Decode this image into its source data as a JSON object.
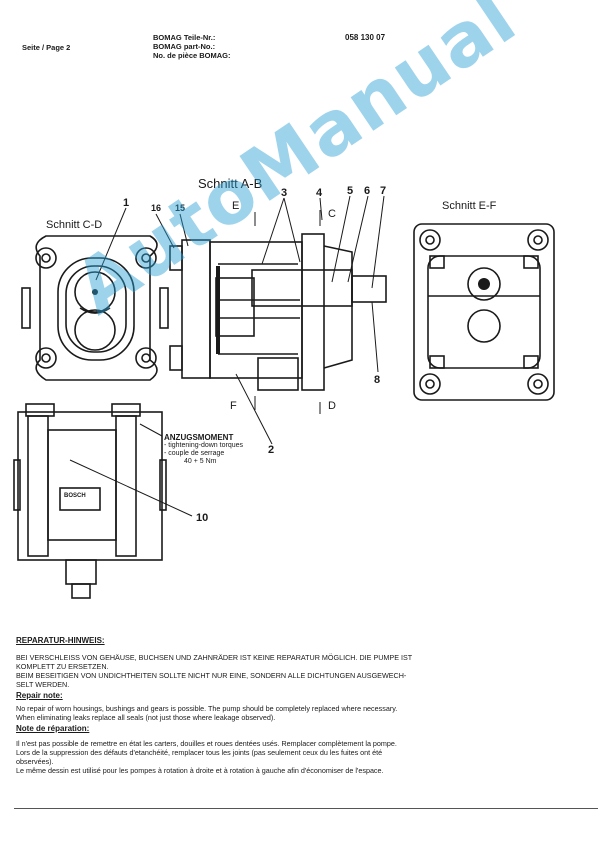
{
  "header": {
    "page_label": "Seite / Page 2",
    "part_labels": [
      "BOMAG Teile-Nr.:",
      "BOMAG part-No.:",
      "No. de pièce BOMAG:"
    ],
    "part_number": "058 130 07"
  },
  "drawing": {
    "section_ab": "Schnitt A-B",
    "section_cd": "Schnitt C-D",
    "section_ef": "Schnitt E-F",
    "callouts": [
      "1",
      "2",
      "3",
      "4",
      "5",
      "6",
      "7",
      "8",
      "10",
      "15",
      "16"
    ],
    "cut_letters": [
      "E",
      "C",
      "F",
      "D"
    ],
    "torque_title": "ANZUGSMOMENT",
    "torque_lines": [
      "- tightening-down torques",
      "- couple de serrage"
    ],
    "torque_value": "40 + 5 Nm",
    "brand_plate": "BOSCH"
  },
  "notes": {
    "de_heading": "REPARATUR-HINWEIS:",
    "de_lines": [
      "BEI VERSCHLEISS VON GEHÄUSE, BUCHSEN UND ZAHNRÄDER IST KEINE REPARATUR MÖGLICH. DIE PUMPE IST",
      "KOMPLETT ZU ERSETZEN.",
      "BEIM BESEITIGEN VON UNDICHTHEITEN SOLLTE NICHT NUR EINE, SONDERN ALLE DICHTUNGEN AUSGEWECH-",
      "SELT WERDEN."
    ],
    "en_heading": "Repair note:",
    "en_lines": [
      "No repair of worn housings, bushings and gears is possible. The pump should be completely replaced where necessary.",
      "When eliminating leaks replace all seals (not just those where leakage observed)."
    ],
    "fr_heading": "Note de réparation:",
    "fr_lines": [
      "Il n'est pas possible de remettre en état les carters, douilles et roues dentées usés. Remplacer complètement la pompe.",
      "Lors de la suppression des défauts d'etanchéité, remplacer tous les joints (pas seulement ceux du les fuites ont été",
      "observées).",
      "Le même dessin est utilisé pour les pompes à rotation à droite et à rotation à gauche afin d'économiser de l'espace."
    ]
  },
  "watermark": "AutoManual",
  "colors": {
    "ink": "#1a1a1a",
    "watermark": "#2a9fd6"
  }
}
